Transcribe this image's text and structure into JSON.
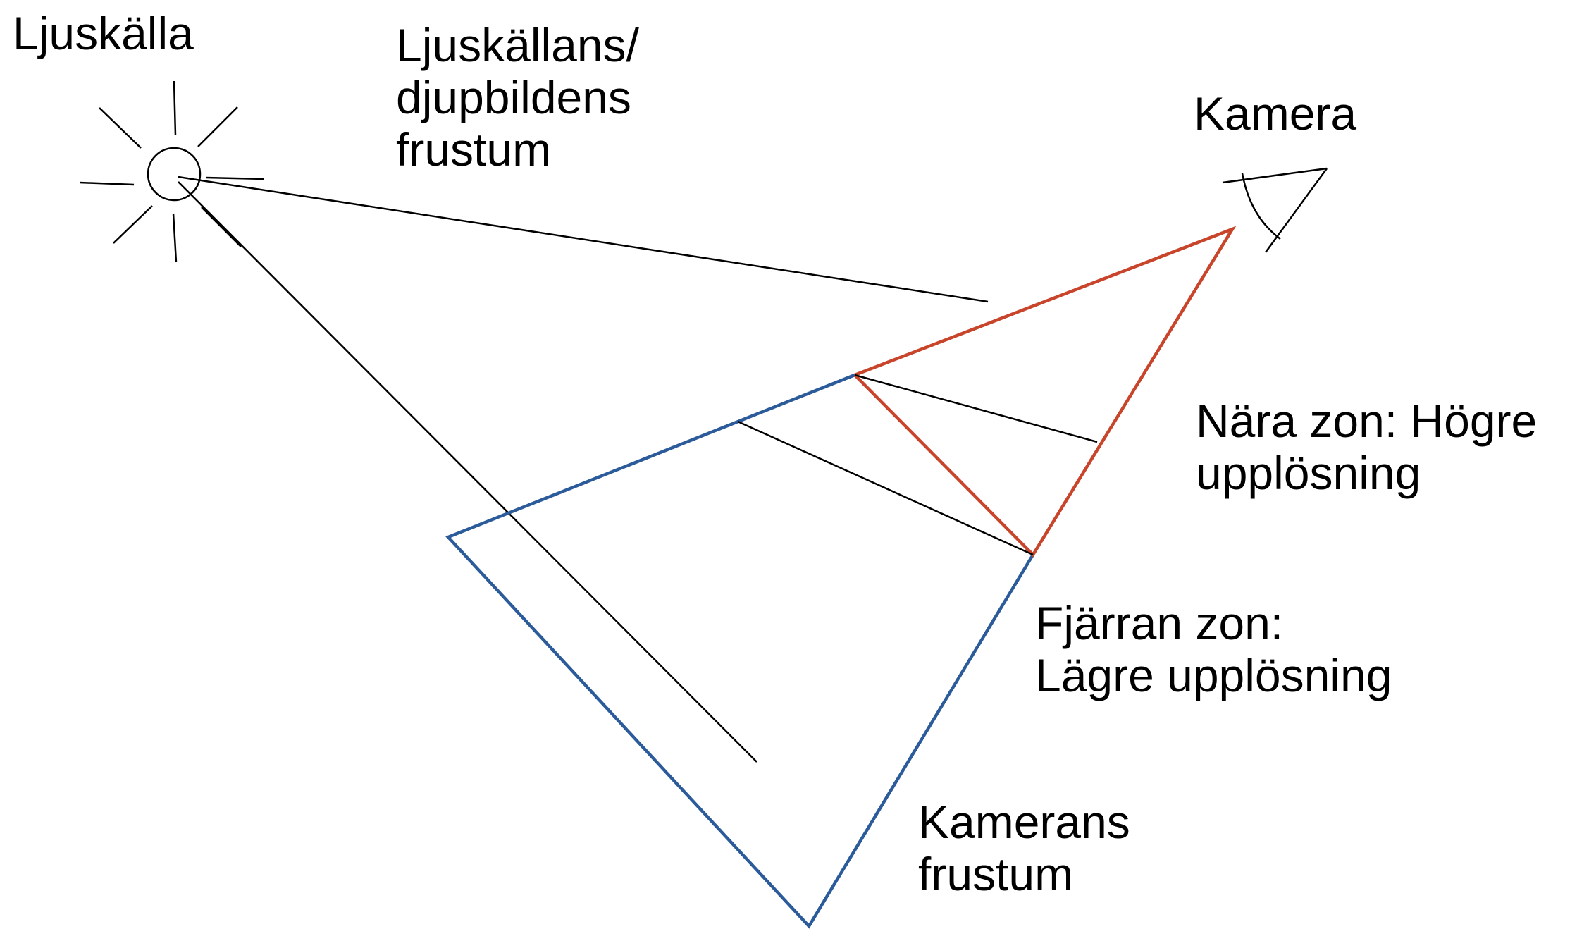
{
  "colors": {
    "background": "#ffffff",
    "ink": "#000000",
    "near_zone": "#c8442a",
    "camera_frustum": "#2b5b9a"
  },
  "labels": {
    "light_source": "Ljuskälla",
    "light_frustum_line1": "Ljuskällans/",
    "light_frustum_line2": "djupbildens",
    "light_frustum_line3": "frustum",
    "camera": "Kamera",
    "near_zone_line1": "Nära zon: Högre",
    "near_zone_line2": "upplösning",
    "far_zone_line1": "Fjärran zon:",
    "far_zone_line2": "Lägre upplösning",
    "camera_frustum_line1": "Kamerans",
    "camera_frustum_line2": "frustum"
  },
  "icons": {
    "light_source": "sun-icon",
    "camera": "eye-icon"
  }
}
